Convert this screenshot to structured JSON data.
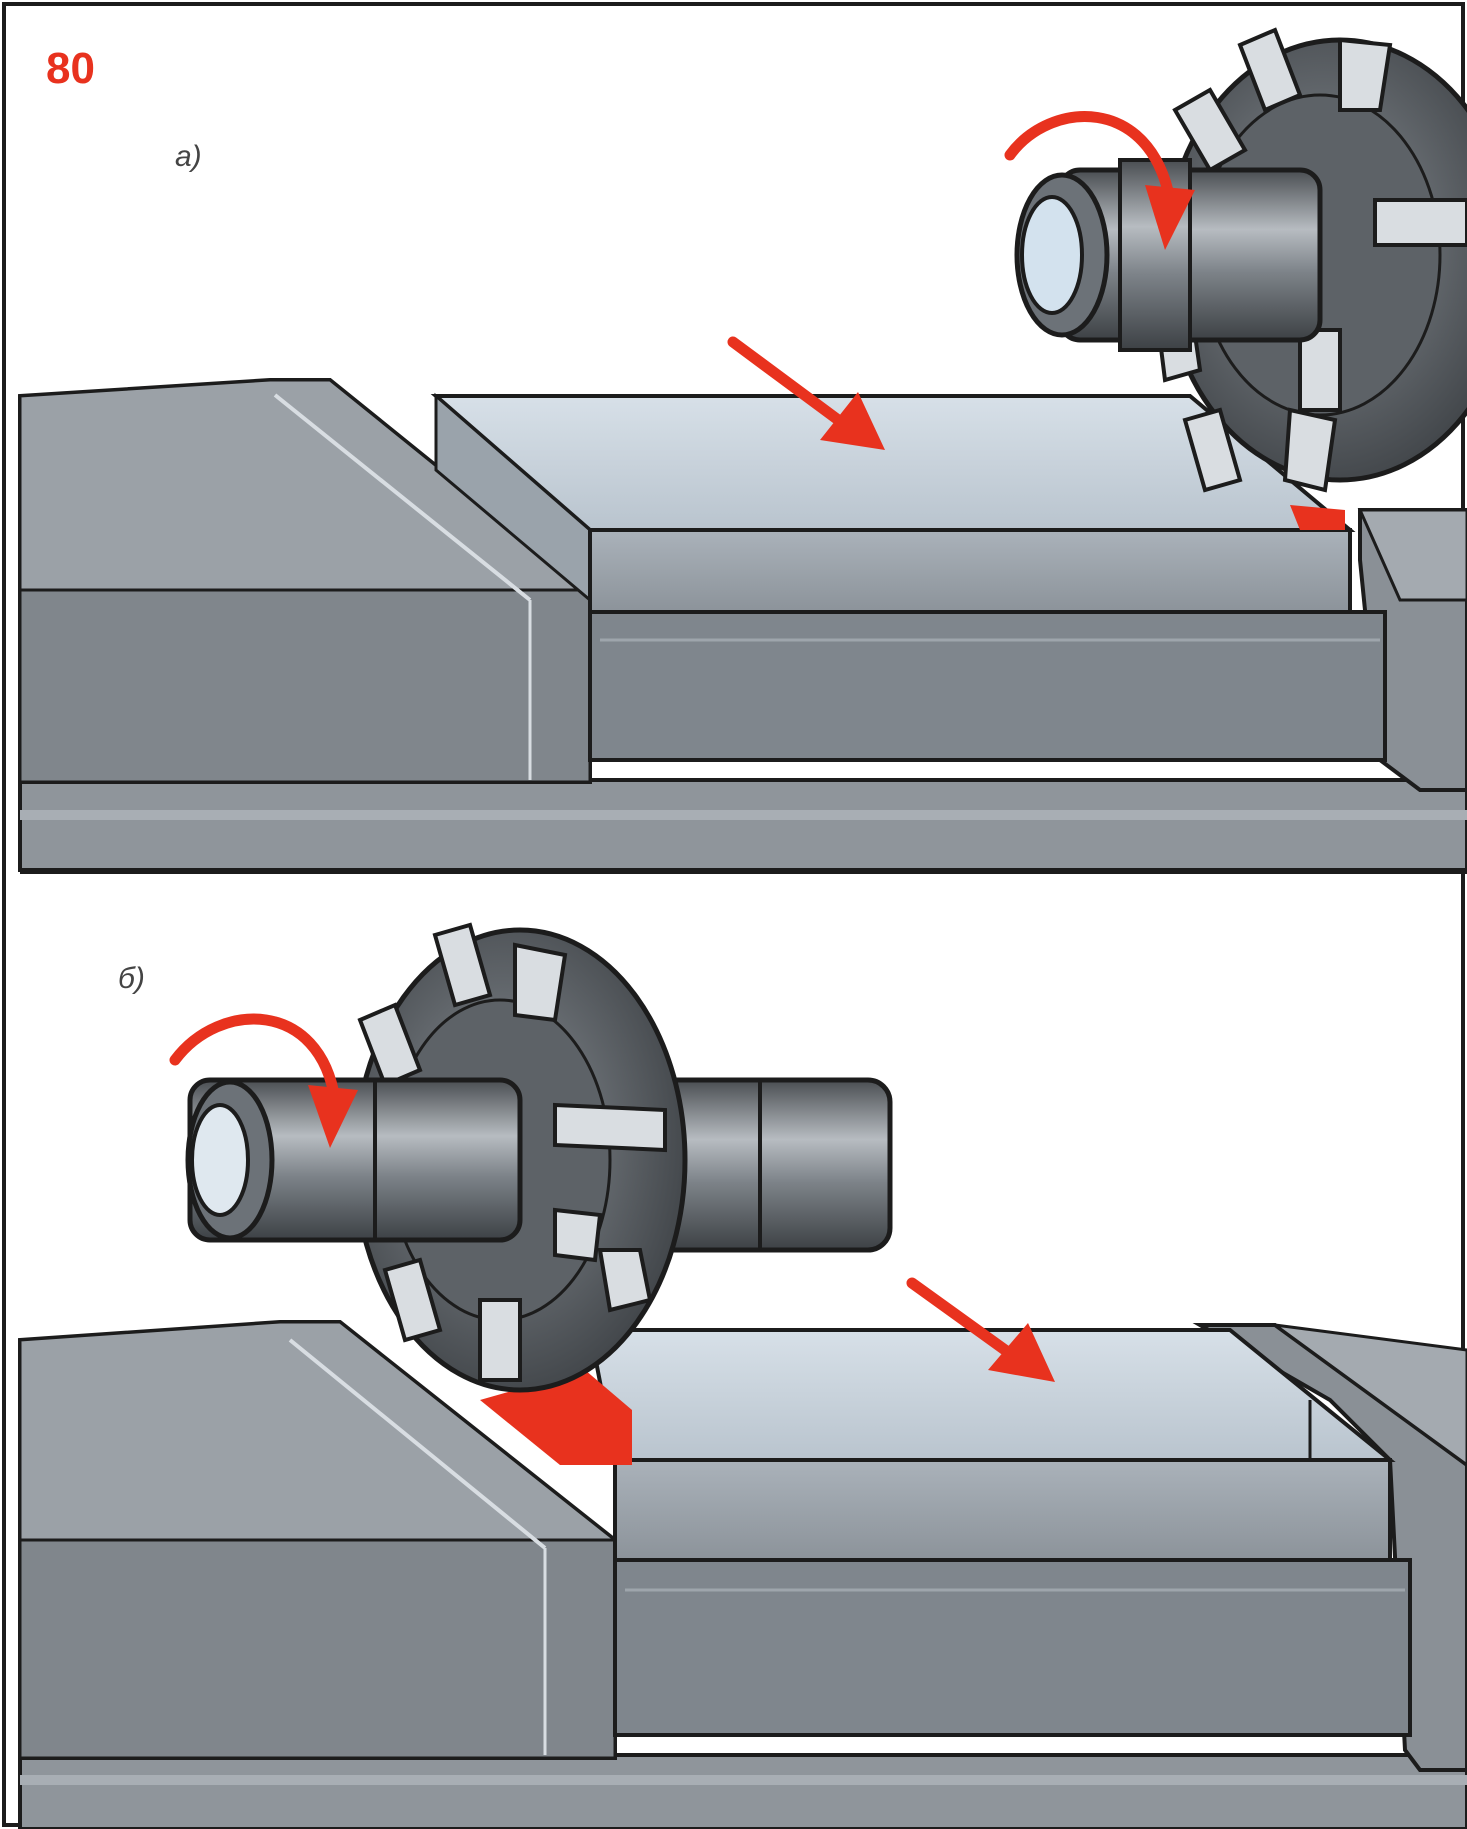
{
  "figure": {
    "number": "80",
    "panels": [
      {
        "id": "a",
        "label": "a)"
      },
      {
        "id": "b",
        "label": "б)"
      }
    ]
  },
  "colors": {
    "accent": "#e8321e",
    "steel_light": "#c9cfd6",
    "steel_mid": "#9aa1a8",
    "steel_dark": "#6f757b",
    "steel_shadow": "#44484c",
    "outline": "#1c1c1c"
  },
  "icons": [
    "rotation-arrow-icon",
    "feed-direction-arrow-icon"
  ]
}
